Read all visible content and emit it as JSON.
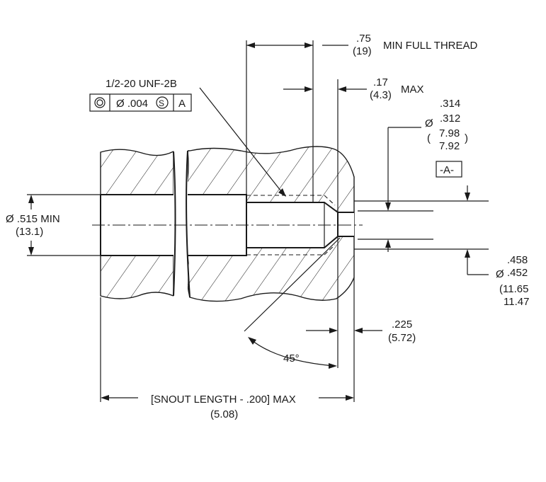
{
  "labels": {
    "thread_callout": "1/2-20 UNF-2B",
    "fcf": {
      "symbol": "◎",
      "tolerance": "Ø .004",
      "modifier": "S",
      "datum": "A"
    },
    "min_full_thread_in": ".75",
    "min_full_thread_mm": "(19)",
    "min_full_thread_text": "MIN FULL THREAD",
    "depth_in": ".17",
    "depth_mm": "(4.3)",
    "depth_text": "MAX",
    "small_dia_sym": "Ø",
    "small_dia_in_hi": ".314",
    "small_dia_in_lo": ".312",
    "small_dia_paren_open": "(",
    "small_dia_mm_hi": "7.98",
    "small_dia_mm_lo": "7.92",
    "small_dia_paren_close": ")",
    "datum_a": "-A-",
    "bore_dia_in": "Ø .515 MIN",
    "bore_dia_mm": "(13.1)",
    "pilot_dia_in_hi": ".458",
    "pilot_dia_sym": "Ø",
    "pilot_dia_in_lo": ".452",
    "pilot_dia_mm_hi": "(11.65",
    "pilot_dia_mm_lo": "11.47",
    "step_in": ".225",
    "step_mm": "(5.72)",
    "angle": "45°",
    "snout_length_in": "[SNOUT LENGTH - .200] MAX",
    "snout_length_mm": "(5.08)"
  }
}
